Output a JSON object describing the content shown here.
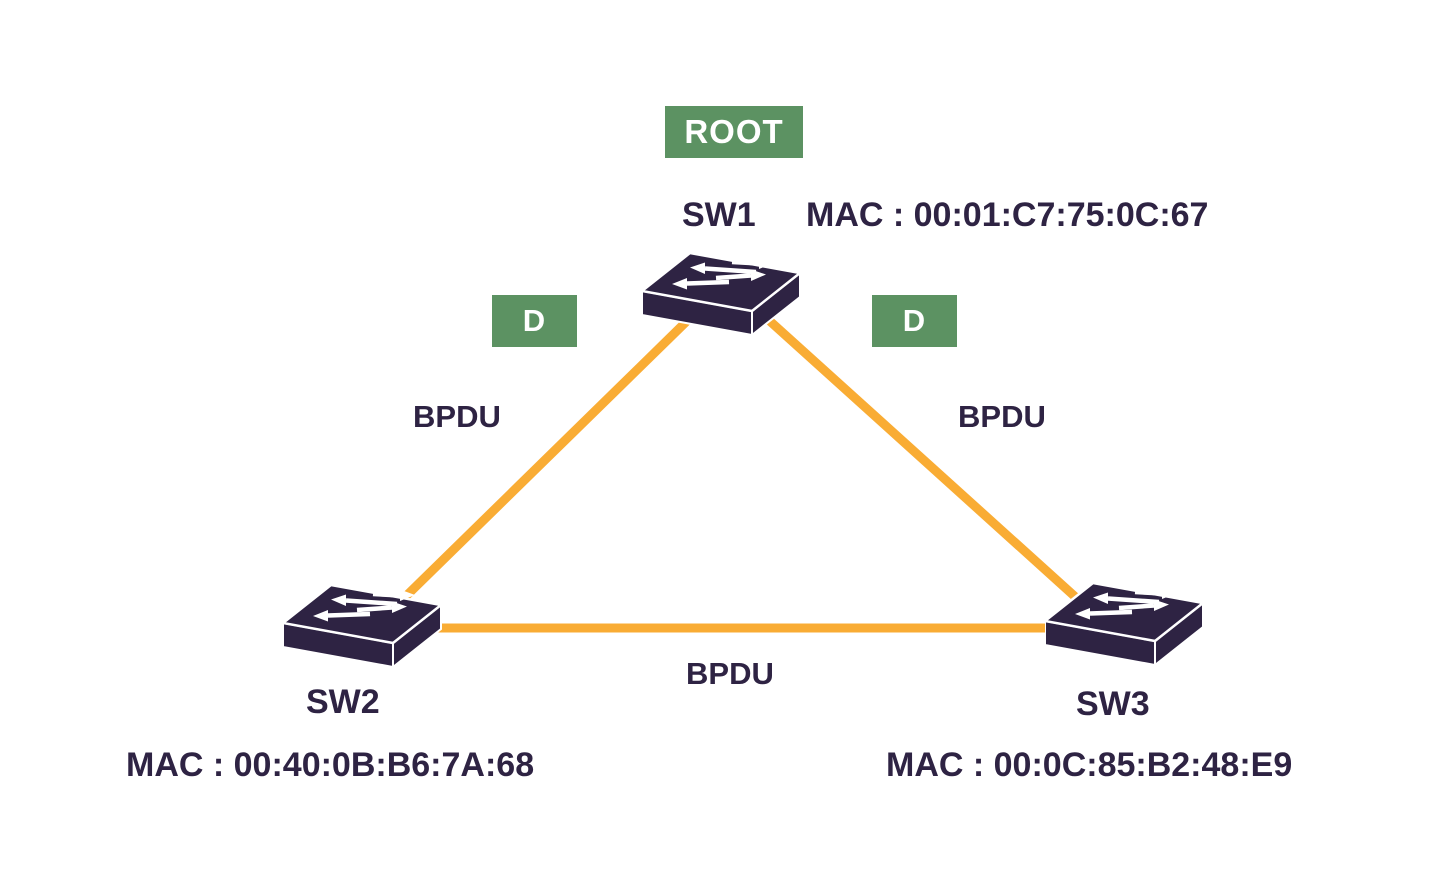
{
  "diagram": {
    "root_badge_label": "ROOT",
    "designated_port_left_label": "D",
    "designated_port_right_label": "D",
    "nodes": {
      "sw1": {
        "label": "SW1",
        "mac": "MAC : 00:01:C7:75:0C:67"
      },
      "sw2": {
        "label": "SW2",
        "mac": "MAC : 00:40:0B:B6:7A:68"
      },
      "sw3": {
        "label": "SW3",
        "mac": "MAC : 00:0C:85:B2:48:E9"
      }
    },
    "links": {
      "sw1_sw2": {
        "label": "BPDU"
      },
      "sw1_sw3": {
        "label": "BPDU"
      },
      "sw2_sw3": {
        "label": "BPDU"
      }
    },
    "colors": {
      "badge_green": "#5C9262",
      "link_orange": "#F9AC34",
      "ink_navy": "#2E2343",
      "background": "#FFFFFF"
    }
  }
}
